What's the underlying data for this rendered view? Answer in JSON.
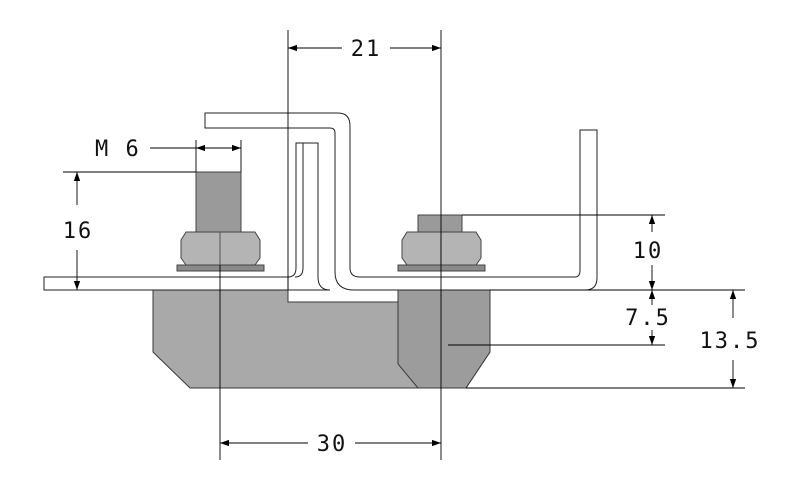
{
  "dimensions": {
    "top_spacing": "21",
    "thread": "M 6",
    "bolt_height": "16",
    "nut_height": "10",
    "rail_offset": "7.5",
    "block_height": "13.5",
    "bottom_spacing": "30"
  },
  "colors": {
    "block": "#a9a9a9",
    "block_shade": "#8e8e8e",
    "bolt": "#9a9a9a",
    "nut": "#b4b4b4",
    "washer": "#8a8a8a",
    "line": "#000000"
  }
}
